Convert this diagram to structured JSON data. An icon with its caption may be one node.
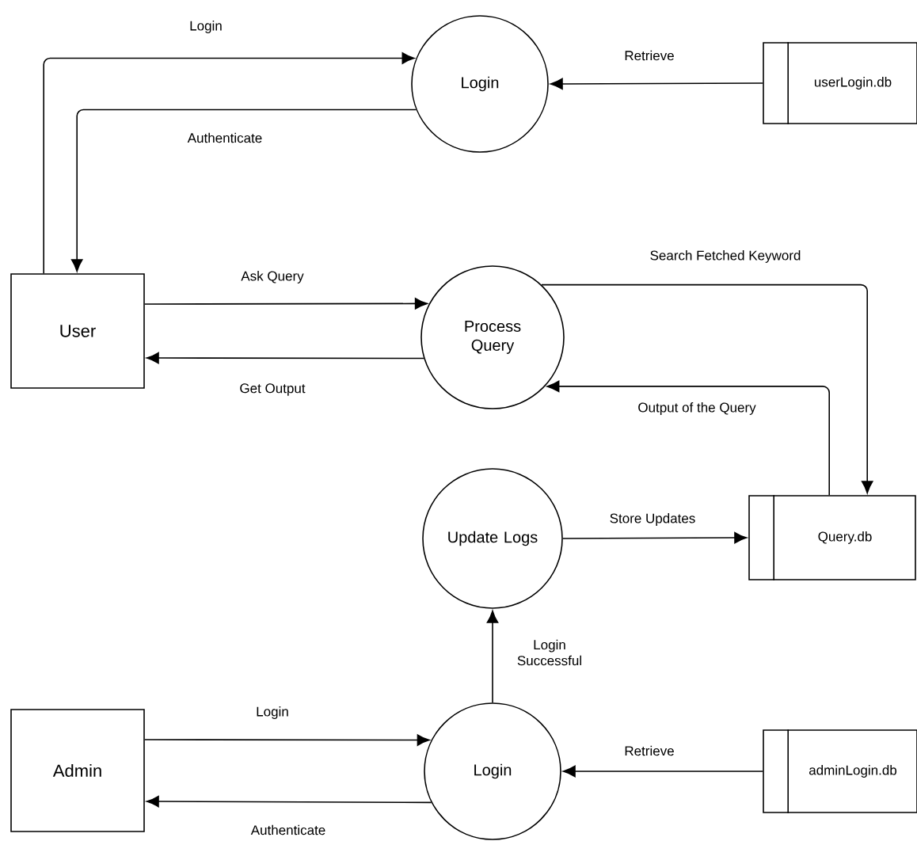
{
  "diagram": {
    "nodes": [
      {
        "text": [
          "Login"
        ]
      },
      {
        "text": [
          "userLogin.db"
        ]
      },
      {
        "text": [
          "User"
        ]
      },
      {
        "text": [
          "Process Query"
        ]
      },
      {
        "text": [
          "Update Logs"
        ]
      },
      {
        "text": [
          "Query.db"
        ]
      },
      {
        "text": [
          "Admin"
        ]
      },
      {
        "text": [
          "Login"
        ]
      },
      {
        "text": [
          "adminLogin.db"
        ]
      }
    ],
    "edges": [
      {
        "from": 2,
        "to": 0,
        "arrow": "to",
        "label": "Login"
      },
      {
        "from": 0,
        "to": 2,
        "arrow": "to",
        "label": "Authenticate"
      },
      {
        "from": 1,
        "to": 0,
        "arrow": "to",
        "label": "Retrieve"
      },
      {
        "from": 2,
        "to": 3,
        "arrow": "to",
        "label": "Ask Query"
      },
      {
        "from": 3,
        "to": 2,
        "arrow": "to",
        "label": "Get Output"
      },
      {
        "from": 3,
        "to": 5,
        "arrow": "to",
        "label": "Search Fetched Keyword"
      },
      {
        "from": 5,
        "to": 3,
        "arrow": "to",
        "label": "Output of the Query"
      },
      {
        "from": 4,
        "to": 5,
        "arrow": "to",
        "label": "Store Updates"
      },
      {
        "from": 6,
        "to": 7,
        "arrow": "to",
        "label": "Login"
      },
      {
        "from": 7,
        "to": 6,
        "arrow": "to",
        "label": "Authenticate"
      },
      {
        "from": 7,
        "to": 4,
        "arrow": "to",
        "label": "Login Successful"
      },
      {
        "from": 8,
        "to": 7,
        "arrow": "to",
        "label": "Retrieve"
      }
    ]
  }
}
